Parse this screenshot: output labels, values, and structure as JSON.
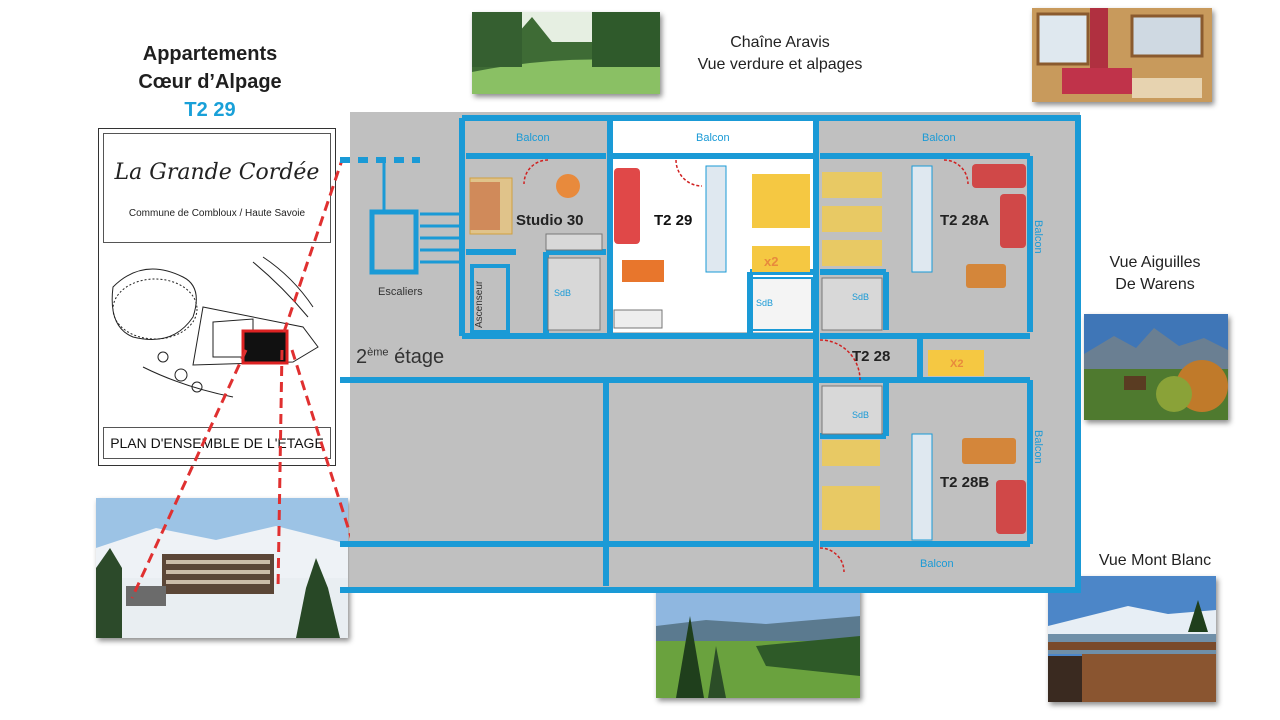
{
  "title": {
    "line1": "Appartements",
    "line2": "Cœur d’Alpage",
    "unit": "T2 29"
  },
  "card": {
    "brand": "La Grande Cordée",
    "commune": "Commune de Combloux / Haute Savoie",
    "footer": "PLAN D'ENSEMBLE DE L'ETAGE"
  },
  "captions": {
    "aravis_line1": "Chaîne Aravis",
    "aravis_line2": "Vue verdure et alpages",
    "aiguilles_line1": "Vue  Aiguilles",
    "aiguilles_line2": "De Warens",
    "montblanc": "Vue  Mont Blanc"
  },
  "plan": {
    "floor": "2ème étage",
    "floor_num": "2",
    "floor_sup": "ème",
    "floor_word": "étage",
    "stairs": "Escaliers",
    "lift": "Ascenseur",
    "studio30": "Studio 30",
    "t229": "T2 29",
    "t228a": "T2 28A",
    "t228": "T2 28",
    "t228b": "T2 28B",
    "balcon": "Balcon",
    "sdb": "SdB",
    "x2": "x2",
    "x2_upper": "X2"
  },
  "colors": {
    "wall": "#1a9ad6",
    "floor": "#c0c0c0",
    "highlight": "#ffffff",
    "bed": "#f5c842",
    "sofa": "#e04848",
    "table": "#e88a3c",
    "dashed_line": "#e03030"
  }
}
